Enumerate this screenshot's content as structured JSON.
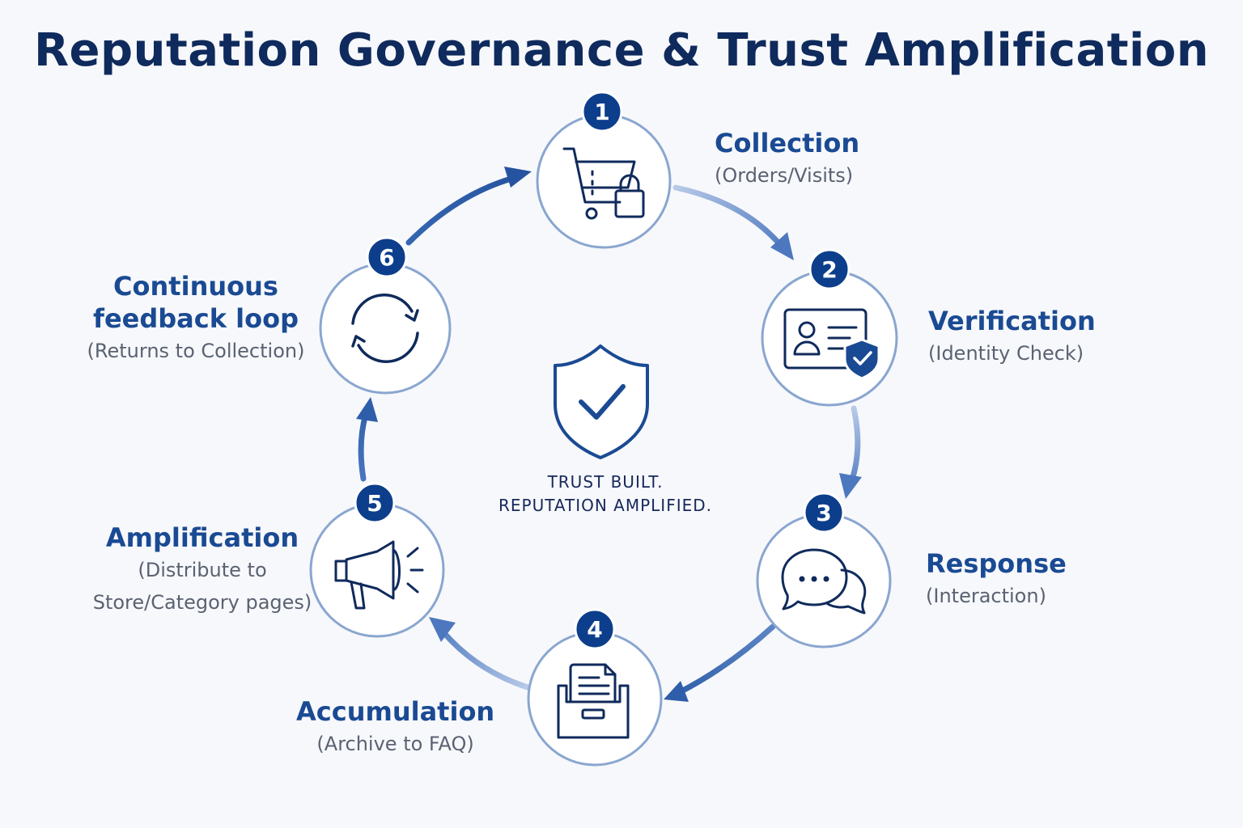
{
  "title": "Reputation Governance & Trust Amplification",
  "center": {
    "line1": "TRUST BUILT.",
    "line2": "REPUTATION AMPLIFIED."
  },
  "colors": {
    "navy": "#0f2a5c",
    "accent": "#1a4a93",
    "badge": "#0d3e8c",
    "ring": "#8aa6d0",
    "arrow_dark": "#2e5ea9",
    "arrow_light": "#aac0e3",
    "subtext": "#5a6272"
  },
  "steps": [
    {
      "number": "1",
      "name": "Collection",
      "sub": "(Orders/Visits)",
      "icon": "shopping-cart-lock-icon"
    },
    {
      "number": "2",
      "name": "Verification",
      "sub": "(Identity Check)",
      "icon": "id-card-shield-icon"
    },
    {
      "number": "3",
      "name": "Response",
      "sub": "(Interaction)",
      "icon": "chat-bubbles-icon"
    },
    {
      "number": "4",
      "name": "Accumulation",
      "sub": "(Archive to FAQ)",
      "icon": "archive-box-icon"
    },
    {
      "number": "5",
      "name": "Amplification",
      "sub_line1": "(Distribute to",
      "sub_line2": "Store/Category pages)",
      "icon": "megaphone-icon"
    },
    {
      "number": "6",
      "name_line1": "Continuous",
      "name_line2": "feedback loop",
      "sub": "(Returns to Collection)",
      "icon": "refresh-cycle-icon"
    }
  ],
  "center_icon": "shield-check-icon"
}
